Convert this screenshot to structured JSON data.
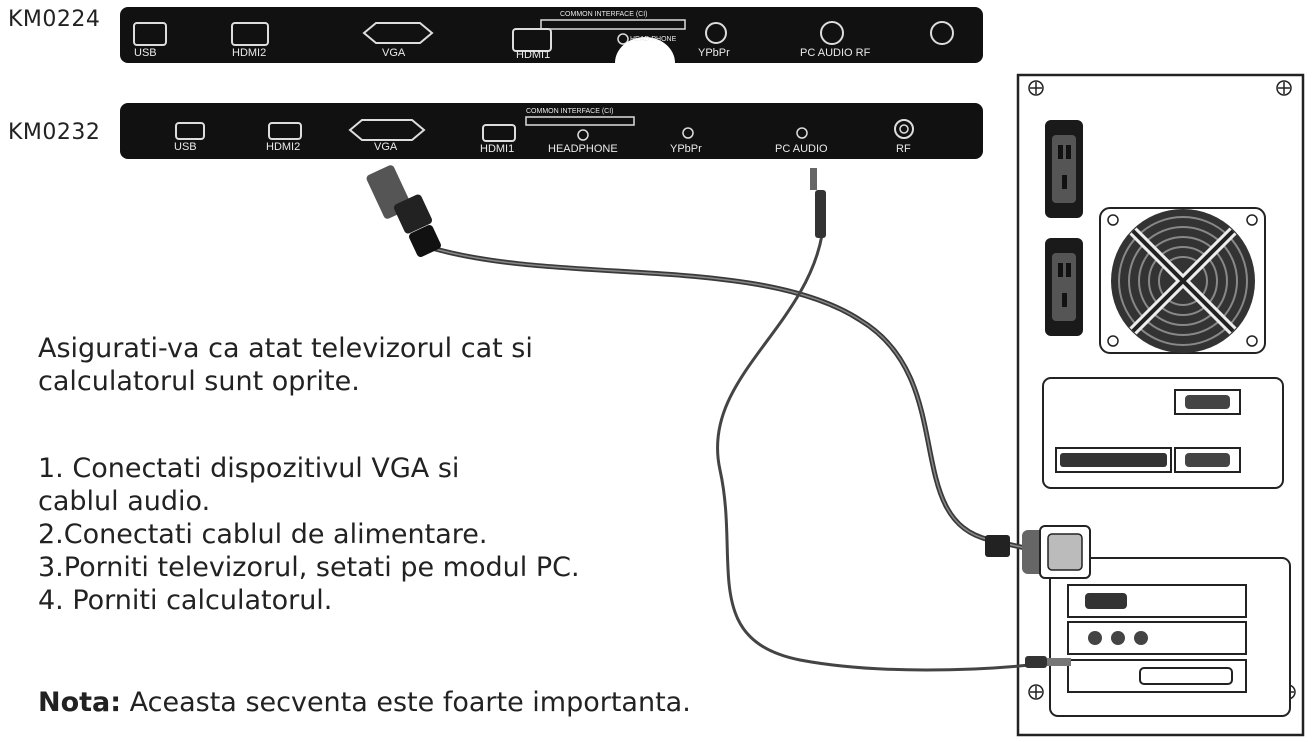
{
  "top_panel": {
    "model": "KM0224",
    "ports": {
      "usb": "USB",
      "hdmi2": "HDMI2",
      "vga": "VGA",
      "hdmi1": "HDMI1",
      "ci": "COMMON INTERFACE (CI)",
      "headphone": "HEAD PHONE",
      "ypbpr": "YPbPr",
      "pcaudio_rf": "PC AUDIO RF"
    }
  },
  "bottom_panel": {
    "model": "KM0232",
    "ports": {
      "usb": "USB",
      "hdmi2": "HDMI2",
      "vga": "VGA",
      "hdmi1": "HDMI1",
      "ci": "COMMON INTERFACE (CI)",
      "headphone": "HEADPHONE",
      "ypbpr": "YPbPr",
      "pcaudio": "PC AUDIO",
      "rf": "RF"
    }
  },
  "instructions": {
    "intro_line1": "Asigurati-va ca atat televizorul cat si",
    "intro_line2": "calculatorul sunt oprite.",
    "step1_line1": "1. Conectati dispozitivul VGA si",
    "step1_line2": "cablul audio.",
    "step2": "2.Conectati cablul de alimentare.",
    "step3": "3.Porniti televizorul, setati pe modul PC.",
    "step4": "4. Porniti calculatorul.",
    "note_label": "Nota:",
    "note_text": " Aceasta secventa este foarte importanta."
  },
  "colors": {
    "panel": "#111111",
    "cable": "#333333",
    "text": "#222222"
  }
}
